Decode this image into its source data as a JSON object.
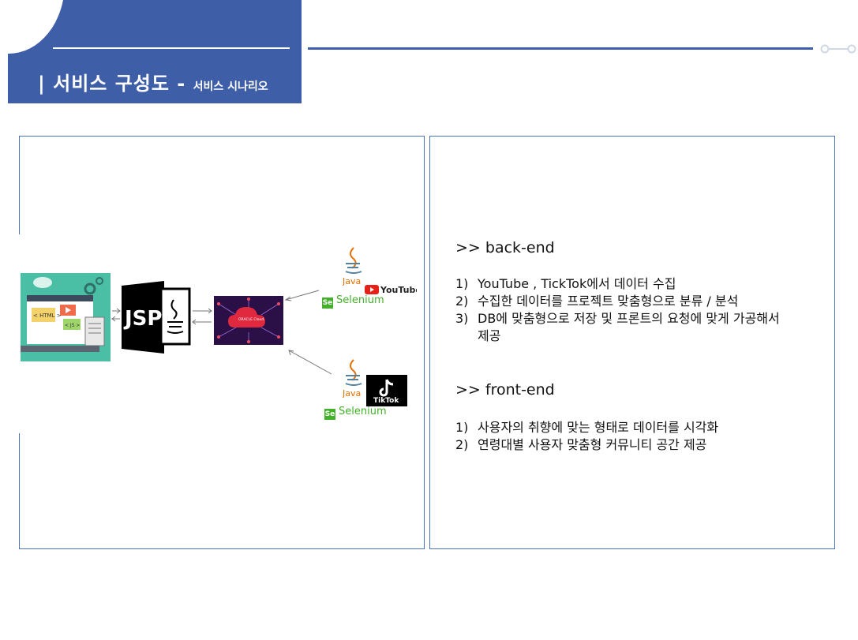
{
  "header": {
    "title": "| 서비스 구성도 -",
    "subtitle": "서비스 시나리오"
  },
  "diagram": {
    "jsp_label": "JSP",
    "oracle_label": "ORACLE Cloud",
    "html_tag": "< HTML >",
    "js_tag": "< JS >",
    "java_label": "Java",
    "youtube_label": "YouTube",
    "tiktok_label": "TikTok",
    "selenium_label": "Selenium",
    "selenium_badge": "Se"
  },
  "backend": {
    "heading": ">> back-end",
    "items": [
      {
        "num": "1)",
        "text": "YouTube , TickTok에서 데이터 수집"
      },
      {
        "num": "2)",
        "text": "수집한 데이터를 프로젝트 맞춤형으로 분류 / 분석"
      },
      {
        "num": "3)",
        "text": "DB에 맞춤형으로 저장 및 프론트의 요청에 맞게 가공해서 제공"
      }
    ]
  },
  "frontend": {
    "heading": ">> front-end",
    "items": [
      {
        "num": "1)",
        "text": "사용자의 취향에 맞는 형태로 데이터를 시각화"
      },
      {
        "num": "2)",
        "text": "연령대별 사용자 맞춤형 커뮤니티 공간 제공"
      }
    ]
  },
  "colors": {
    "accent": "#3f5ea8",
    "panel_border": "#4a73b5",
    "web_bg": "#4bbfa6",
    "oracle_bg": "#2a1047",
    "selenium": "#43b02a",
    "youtube_red": "#e62117",
    "java_red": "#e76f00",
    "java_blue": "#5382a1"
  }
}
